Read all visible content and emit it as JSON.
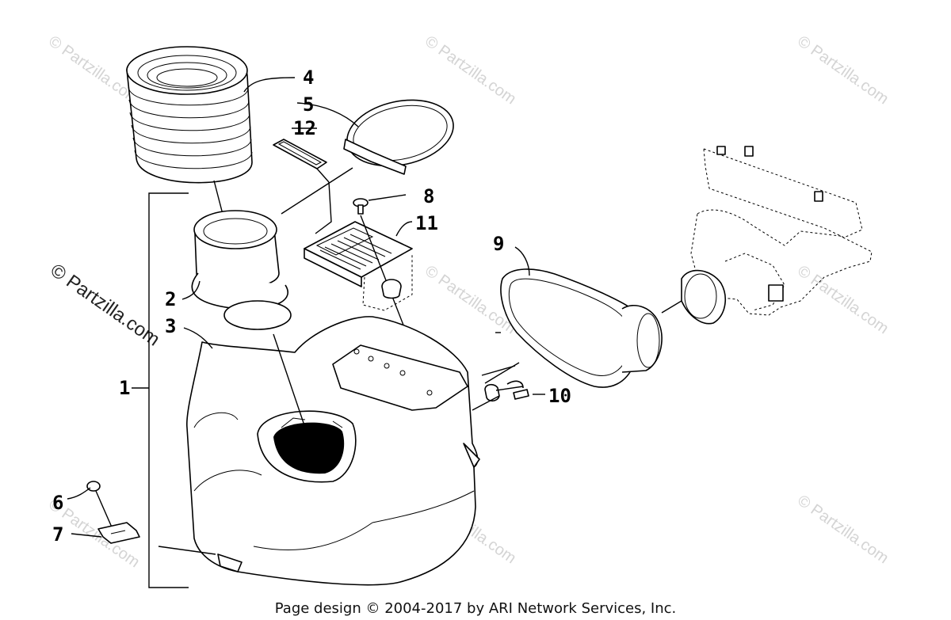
{
  "diagram": {
    "callouts": [
      {
        "id": "1",
        "label": "1"
      },
      {
        "id": "2",
        "label": "2"
      },
      {
        "id": "3",
        "label": "3"
      },
      {
        "id": "4",
        "label": "4"
      },
      {
        "id": "5",
        "label": "5"
      },
      {
        "id": "6",
        "label": "6"
      },
      {
        "id": "7",
        "label": "7"
      },
      {
        "id": "8",
        "label": "8"
      },
      {
        "id": "9",
        "label": "9"
      },
      {
        "id": "10",
        "label": "10"
      },
      {
        "id": "11",
        "label": "11"
      },
      {
        "id": "12",
        "label": "12"
      }
    ]
  },
  "watermark": {
    "primary": "© Partzilla.com",
    "faint": "© Partzilla.com"
  },
  "footer": {
    "copyright": "Page design © 2004-2017 by ARI Network Services, Inc."
  }
}
